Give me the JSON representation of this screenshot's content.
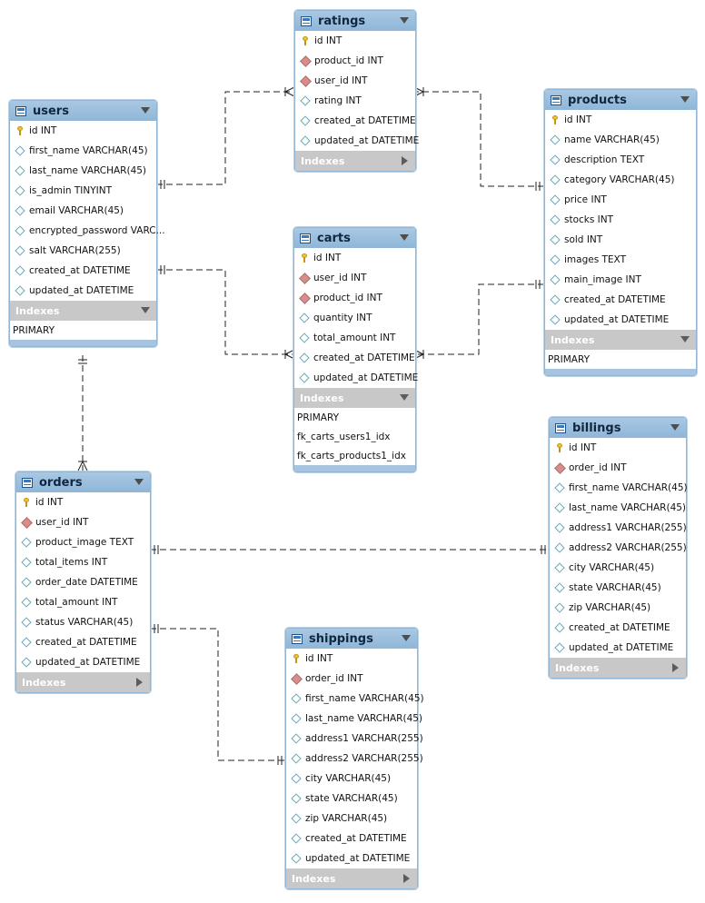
{
  "tables": {
    "users": {
      "title": "users",
      "columns": [
        {
          "text": "id INT",
          "icon": "key-icon"
        },
        {
          "text": "first_name VARCHAR(45)",
          "icon": "column-icon"
        },
        {
          "text": "last_name VARCHAR(45)",
          "icon": "column-icon"
        },
        {
          "text": "is_admin TINYINT",
          "icon": "column-icon"
        },
        {
          "text": "email VARCHAR(45)",
          "icon": "column-icon"
        },
        {
          "text": "encrypted_password VARC...",
          "icon": "column-icon"
        },
        {
          "text": "salt VARCHAR(255)",
          "icon": "column-icon"
        },
        {
          "text": "created_at DATETIME",
          "icon": "column-icon"
        },
        {
          "text": "updated_at DATETIME",
          "icon": "column-icon"
        }
      ],
      "indexes_label": "Indexes",
      "indexes": [
        "PRIMARY"
      ]
    },
    "ratings": {
      "title": "ratings",
      "columns": [
        {
          "text": "id INT",
          "icon": "key-icon"
        },
        {
          "text": "product_id INT",
          "icon": "foreign-key-icon"
        },
        {
          "text": "user_id INT",
          "icon": "foreign-key-icon"
        },
        {
          "text": "rating INT",
          "icon": "column-icon"
        },
        {
          "text": "created_at DATETIME",
          "icon": "column-icon"
        },
        {
          "text": "updated_at DATETIME",
          "icon": "column-icon"
        }
      ],
      "indexes_label": "Indexes",
      "indexes": []
    },
    "products": {
      "title": "products",
      "columns": [
        {
          "text": "id INT",
          "icon": "key-icon"
        },
        {
          "text": "name VARCHAR(45)",
          "icon": "column-icon"
        },
        {
          "text": "description TEXT",
          "icon": "column-icon"
        },
        {
          "text": "category VARCHAR(45)",
          "icon": "column-icon"
        },
        {
          "text": "price INT",
          "icon": "column-icon"
        },
        {
          "text": "stocks INT",
          "icon": "column-icon"
        },
        {
          "text": "sold INT",
          "icon": "column-icon"
        },
        {
          "text": "images TEXT",
          "icon": "column-icon"
        },
        {
          "text": "main_image INT",
          "icon": "column-icon"
        },
        {
          "text": "created_at DATETIME",
          "icon": "column-icon"
        },
        {
          "text": "updated_at DATETIME",
          "icon": "column-icon"
        }
      ],
      "indexes_label": "Indexes",
      "indexes": [
        "PRIMARY"
      ]
    },
    "carts": {
      "title": "carts",
      "columns": [
        {
          "text": "id INT",
          "icon": "key-icon"
        },
        {
          "text": "user_id INT",
          "icon": "foreign-key-icon"
        },
        {
          "text": "product_id INT",
          "icon": "foreign-key-icon"
        },
        {
          "text": "quantity INT",
          "icon": "column-icon"
        },
        {
          "text": "total_amount INT",
          "icon": "column-icon"
        },
        {
          "text": "created_at DATETIME",
          "icon": "column-icon"
        },
        {
          "text": "updated_at DATETIME",
          "icon": "column-icon"
        }
      ],
      "indexes_label": "Indexes",
      "indexes": [
        "PRIMARY",
        "fk_carts_users1_idx",
        "fk_carts_products1_idx"
      ]
    },
    "billings": {
      "title": "billings",
      "columns": [
        {
          "text": "id INT",
          "icon": "key-icon"
        },
        {
          "text": "order_id INT",
          "icon": "foreign-key-icon"
        },
        {
          "text": "first_name VARCHAR(45)",
          "icon": "column-icon"
        },
        {
          "text": "last_name VARCHAR(45)",
          "icon": "column-icon"
        },
        {
          "text": "address1 VARCHAR(255)",
          "icon": "column-icon"
        },
        {
          "text": "address2 VARCHAR(255)",
          "icon": "column-icon"
        },
        {
          "text": "city VARCHAR(45)",
          "icon": "column-icon"
        },
        {
          "text": "state VARCHAR(45)",
          "icon": "column-icon"
        },
        {
          "text": "zip VARCHAR(45)",
          "icon": "column-icon"
        },
        {
          "text": "created_at DATETIME",
          "icon": "column-icon"
        },
        {
          "text": "updated_at DATETIME",
          "icon": "column-icon"
        }
      ],
      "indexes_label": "Indexes",
      "indexes": []
    },
    "orders": {
      "title": "orders",
      "columns": [
        {
          "text": "id INT",
          "icon": "key-icon"
        },
        {
          "text": "user_id INT",
          "icon": "foreign-key-icon"
        },
        {
          "text": "product_image TEXT",
          "icon": "column-icon"
        },
        {
          "text": "total_items INT",
          "icon": "column-icon"
        },
        {
          "text": "order_date DATETIME",
          "icon": "column-icon"
        },
        {
          "text": "total_amount INT",
          "icon": "column-icon"
        },
        {
          "text": "status VARCHAR(45)",
          "icon": "column-icon"
        },
        {
          "text": "created_at DATETIME",
          "icon": "column-icon"
        },
        {
          "text": "updated_at DATETIME",
          "icon": "column-icon"
        }
      ],
      "indexes_label": "Indexes",
      "indexes": []
    },
    "shippings": {
      "title": "shippings",
      "columns": [
        {
          "text": "id INT",
          "icon": "key-icon"
        },
        {
          "text": "order_id INT",
          "icon": "foreign-key-icon"
        },
        {
          "text": "first_name VARCHAR(45)",
          "icon": "column-icon"
        },
        {
          "text": "last_name VARCHAR(45)",
          "icon": "column-icon"
        },
        {
          "text": "address1 VARCHAR(255)",
          "icon": "column-icon"
        },
        {
          "text": "address2 VARCHAR(255)",
          "icon": "column-icon"
        },
        {
          "text": "city VARCHAR(45)",
          "icon": "column-icon"
        },
        {
          "text": "state VARCHAR(45)",
          "icon": "column-icon"
        },
        {
          "text": "zip VARCHAR(45)",
          "icon": "column-icon"
        },
        {
          "text": "created_at DATETIME",
          "icon": "column-icon"
        },
        {
          "text": "updated_at DATETIME",
          "icon": "column-icon"
        }
      ],
      "indexes_label": "Indexes",
      "indexes": []
    }
  },
  "relationships": [
    {
      "from": "users",
      "to": "ratings",
      "type": "one-to-many"
    },
    {
      "from": "products",
      "to": "ratings",
      "type": "one-to-many"
    },
    {
      "from": "users",
      "to": "carts",
      "type": "one-to-many"
    },
    {
      "from": "products",
      "to": "carts",
      "type": "one-to-many"
    },
    {
      "from": "users",
      "to": "orders",
      "type": "one-to-many"
    },
    {
      "from": "orders",
      "to": "billings",
      "type": "one-to-one"
    },
    {
      "from": "orders",
      "to": "shippings",
      "type": "one-to-one"
    }
  ]
}
